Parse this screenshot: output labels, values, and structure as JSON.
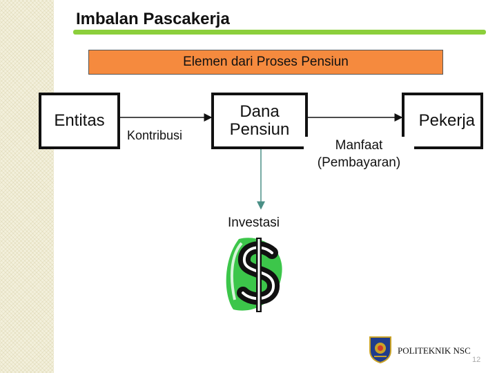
{
  "slide": {
    "title": "Imbalan Pascakerja",
    "banner": "Elemen dari Proses Pensiun",
    "page_number": "12",
    "organization": "POLITEKNIK NSC"
  },
  "diagram": {
    "entity": "Entitas",
    "contribution": "Kontribusi",
    "fund_line1": "Dana",
    "fund_line2": "Pensiun",
    "worker": "Pekerja",
    "benefit_line1": "Manfaat",
    "benefit_line2": "(Pembayaran)",
    "investment": "Investasi"
  },
  "colors": {
    "title_rule": "#8ccf3c",
    "banner_fill": "#f58a3e",
    "invest_arrow": "#4a8f86",
    "dollar_swoosh": "#3cc64a"
  },
  "icons": {
    "investment_art": "dollar-sign-icon",
    "logo": "shield-emblem-icon"
  }
}
